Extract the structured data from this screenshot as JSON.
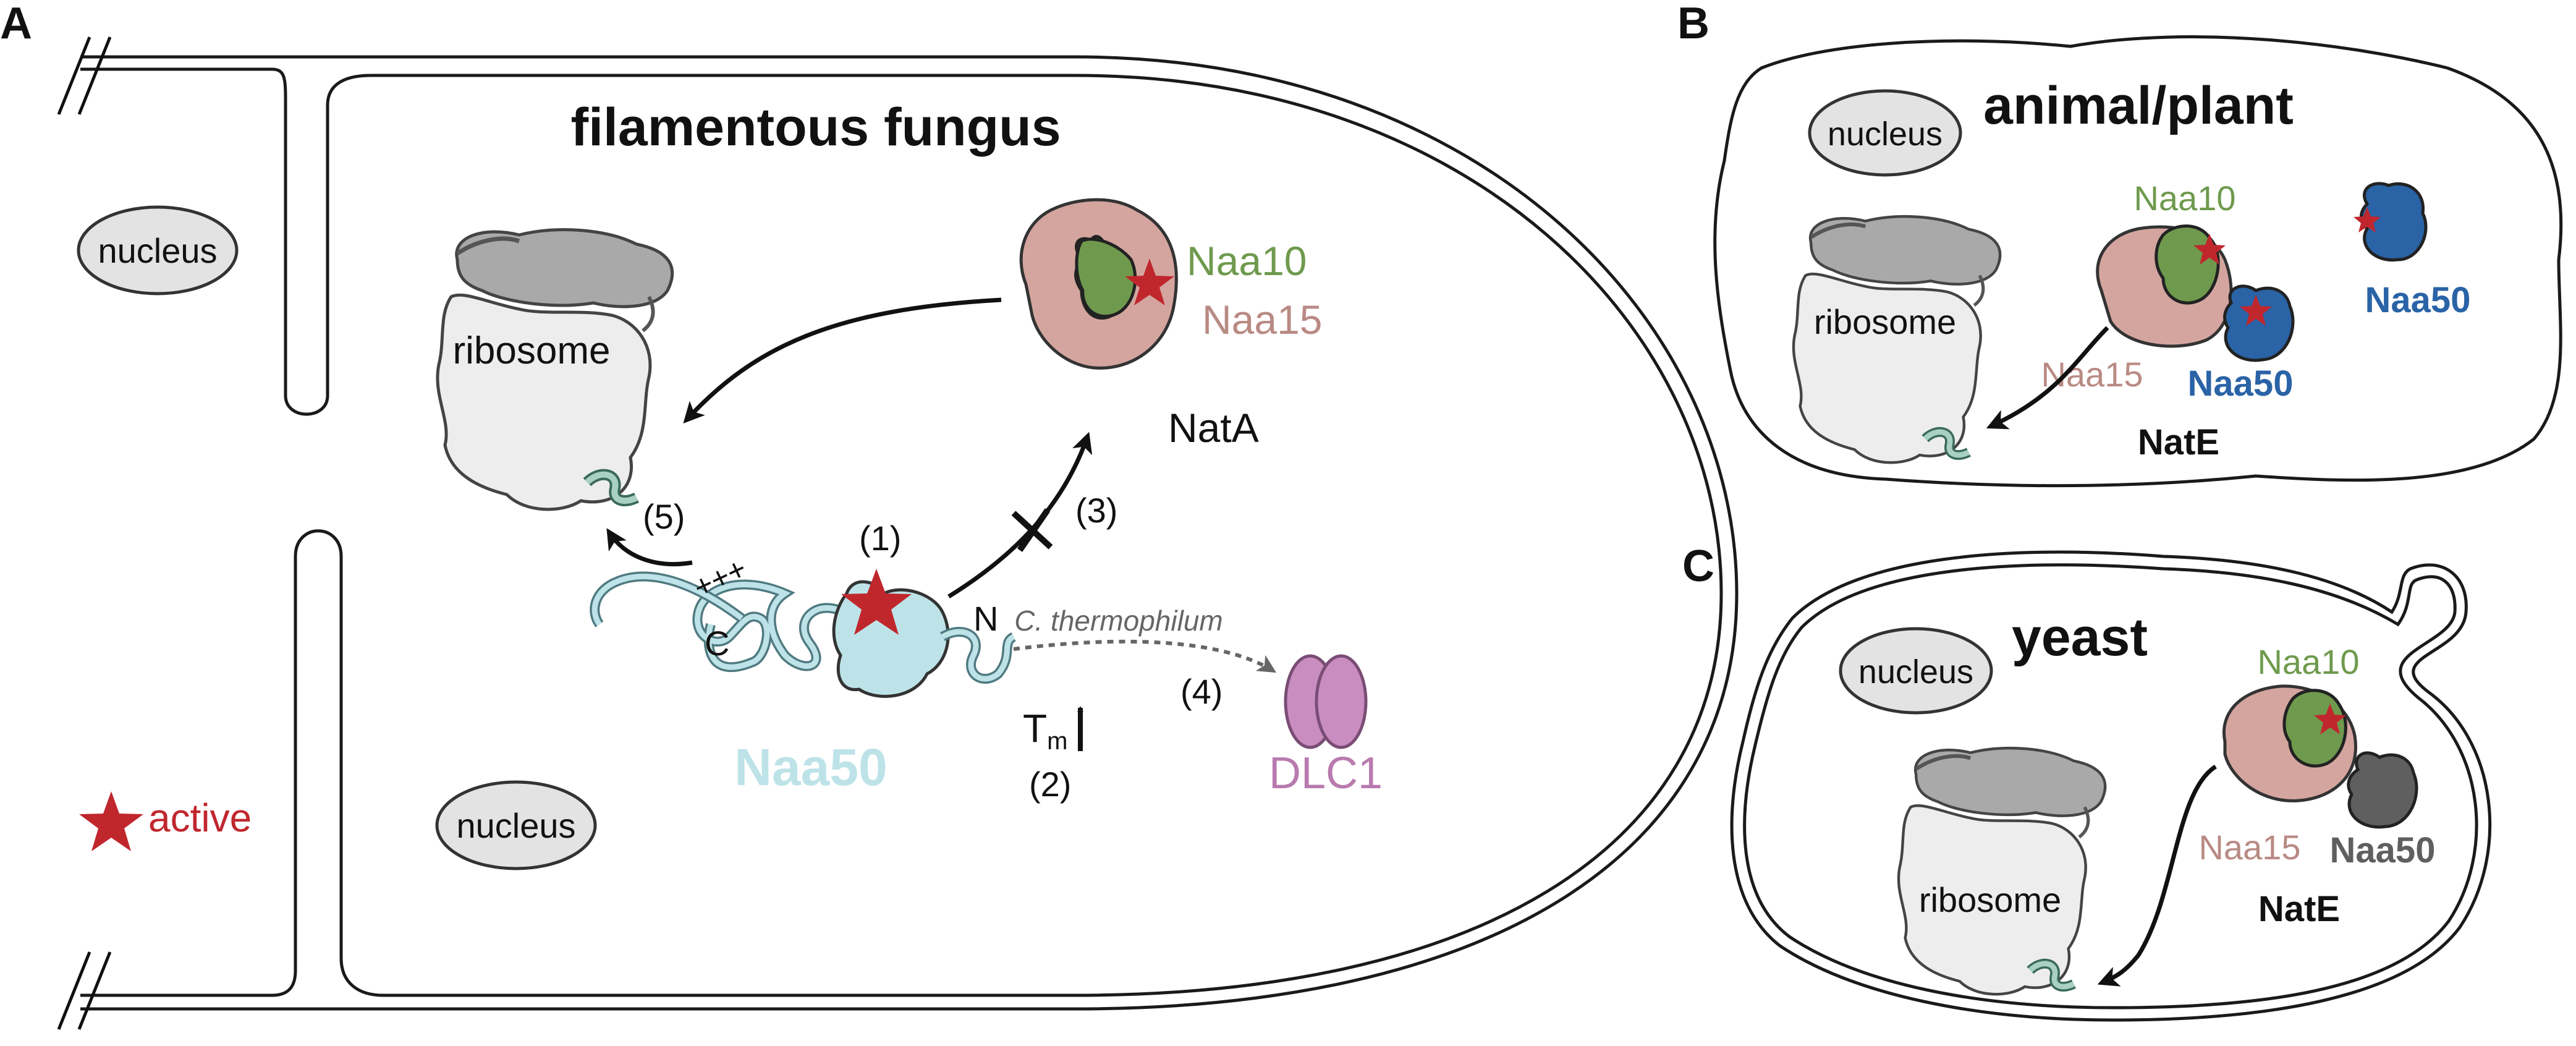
{
  "panels": {
    "A": {
      "letter": "A",
      "title": "filamentous fungus",
      "nucleus_1": "nucleus",
      "nucleus_2": "nucleus",
      "ribosome": "ribosome",
      "naa10": "Naa10",
      "naa15": "Naa15",
      "nata": "NatA",
      "naa50": "Naa50",
      "dlc1": "DLC1",
      "c_terminus": "C",
      "n_terminus": "N",
      "charges": "+++",
      "step1": "(1)",
      "step2": "(2)",
      "step3": "(3)",
      "step4": "(4)",
      "step5": "(5)",
      "tm_base": "T",
      "tm_sub": "m",
      "organism_note": "C. thermophilum",
      "legend_active": "active"
    },
    "B": {
      "letter": "B",
      "title": "animal/plant",
      "nucleus": "nucleus",
      "ribosome": "ribosome",
      "naa10": "Naa10",
      "naa15": "Naa15",
      "naa50_bound": "Naa50",
      "naa50_free": "Naa50",
      "nate": "NatE"
    },
    "C": {
      "letter": "C",
      "title": "yeast",
      "nucleus": "nucleus",
      "ribosome": "ribosome",
      "naa10": "Naa10",
      "naa15": "Naa15",
      "naa50": "Naa50",
      "nate": "NatE"
    }
  },
  "colors": {
    "naa10": "#6f9a4e",
    "naa15": "#d4a59f",
    "naa50_fungus": "#bde3e8",
    "naa50_plant": "#2a63a6",
    "naa50_yeast": "#5f5f5f",
    "dlc1": "#c98dc0",
    "active_star": "#c0272d",
    "ribosome_small": "#ededed",
    "ribosome_large": "#a9a9a9",
    "nucleus": "#e3e3e3",
    "nascent_chain": "#a8d0c3"
  }
}
